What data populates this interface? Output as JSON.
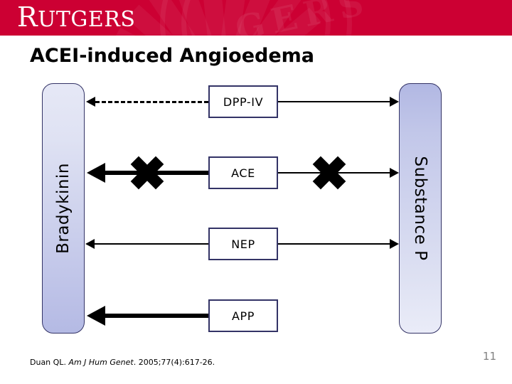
{
  "header": {
    "brand": "RUTGERS",
    "brand_cap": "R",
    "brand_rest": "UTGERS",
    "band_color": "#cc0033",
    "ghost_text": "GERS"
  },
  "slide": {
    "title": "ACEI-induced Angioedema",
    "page_number": "11"
  },
  "diagram": {
    "left_label": "Bradykinin",
    "right_label": "Substance P",
    "box_border_color": "#333366",
    "enzymes": [
      {
        "label": "DPP-IV"
      },
      {
        "label": "ACE"
      },
      {
        "label": "NEP"
      },
      {
        "label": "APP"
      }
    ]
  },
  "citation": {
    "author": "Duan QL.",
    "journal": "Am J Hum Genet",
    "details": ". 2005;77(4):617-26."
  }
}
